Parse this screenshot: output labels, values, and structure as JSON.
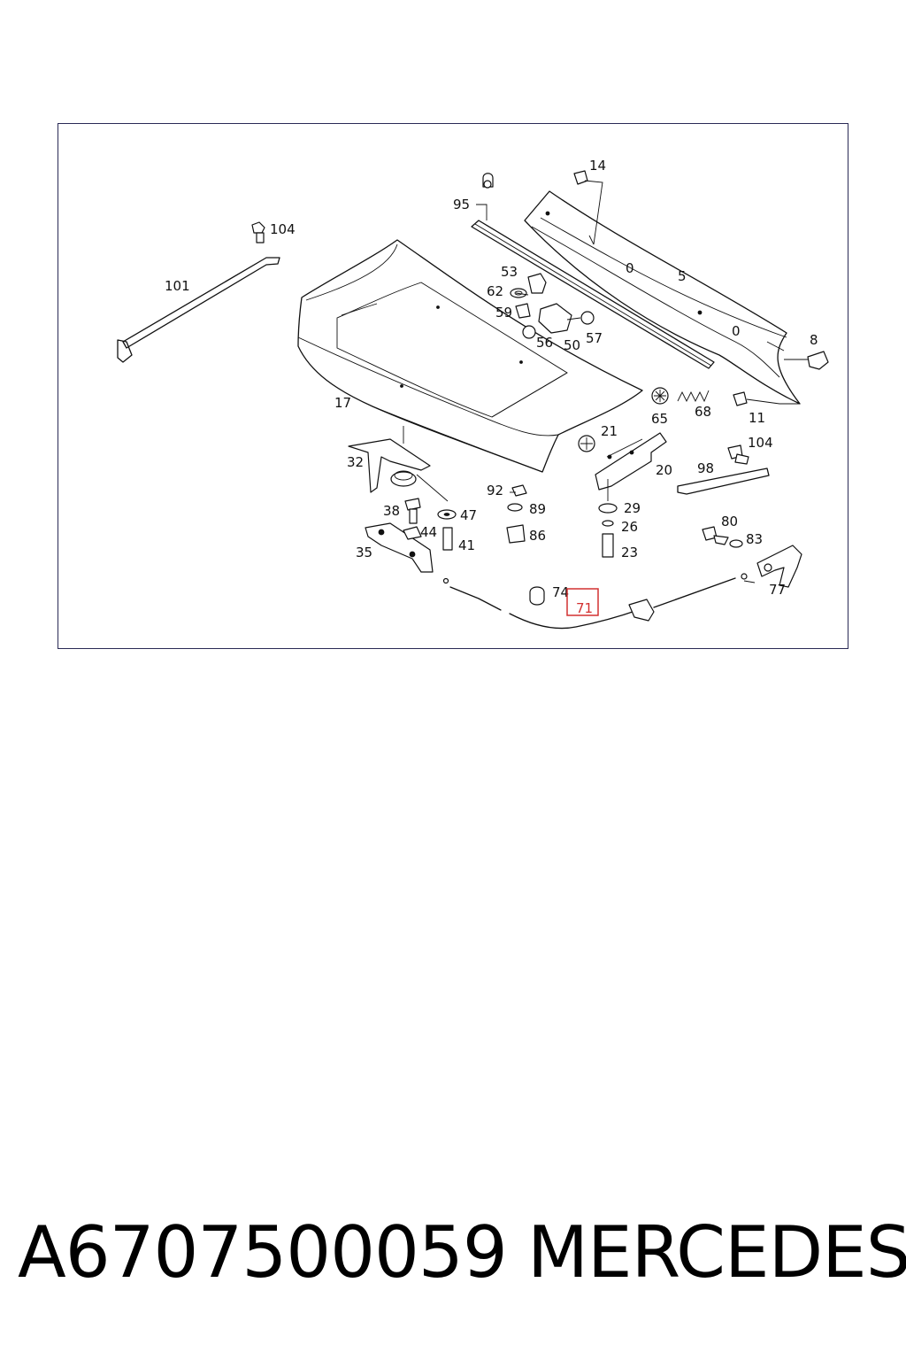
{
  "diagram": {
    "callouts": [
      "104",
      "101",
      "95",
      "14",
      "5",
      "53",
      "62",
      "59",
      "56",
      "50",
      "57",
      "8",
      "17",
      "65",
      "68",
      "11",
      "21",
      "20",
      "104",
      "98",
      "32",
      "92",
      "89",
      "86",
      "29",
      "26",
      "23",
      "38",
      "47",
      "44",
      "41",
      "35",
      "80",
      "83",
      "74",
      "71",
      "77"
    ],
    "highlighted_callout": "71",
    "highlight_color": "#d23030"
  },
  "footer": {
    "part_number": "A6707500059",
    "brand": "MERCEDES"
  }
}
